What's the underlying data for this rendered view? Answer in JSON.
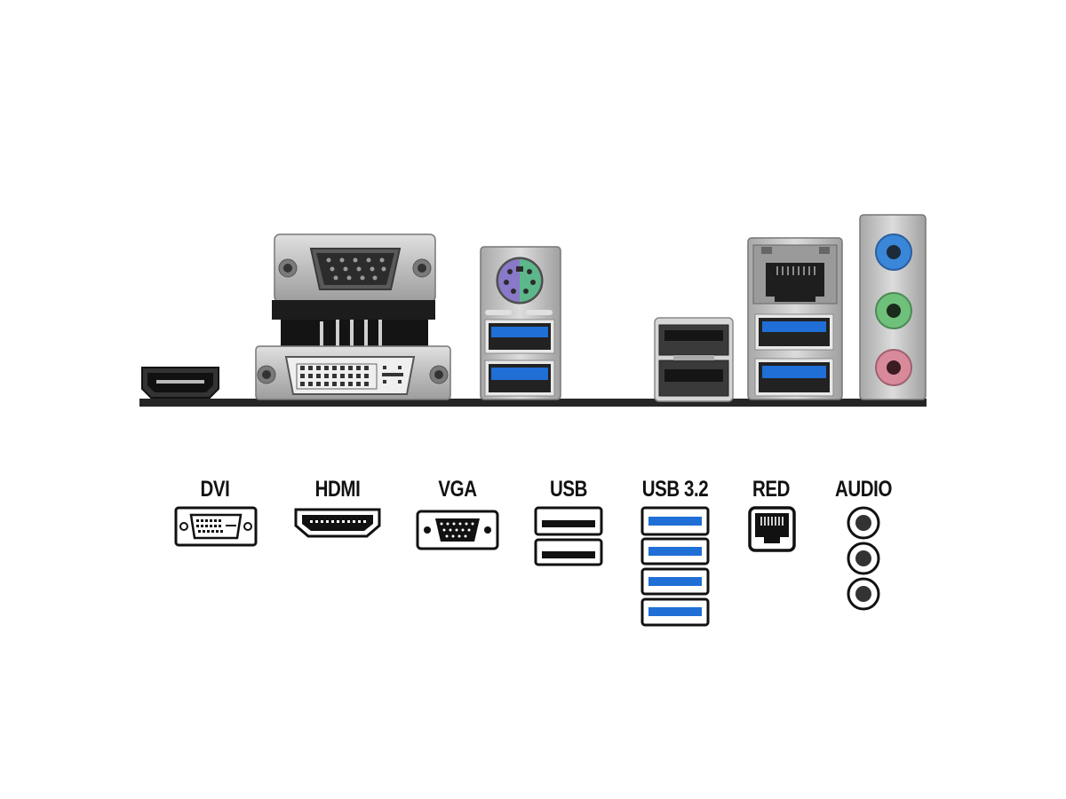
{
  "legend": [
    {
      "key": "dvi",
      "label": "DVI",
      "icon": "dvi-port-icon"
    },
    {
      "key": "hdmi",
      "label": "HDMI",
      "icon": "hdmi-port-icon"
    },
    {
      "key": "vga",
      "label": "VGA",
      "icon": "vga-port-icon"
    },
    {
      "key": "usb",
      "label": "USB",
      "icon": "usb-port-icon",
      "count": 2
    },
    {
      "key": "usb32",
      "label": "USB 3.2",
      "icon": "usb-3-2-port-icon",
      "count": 4
    },
    {
      "key": "red",
      "label": "RED",
      "icon": "ethernet-port-icon"
    },
    {
      "key": "audio",
      "label": "AUDIO",
      "icon": "audio-jack-icon",
      "count": 3
    }
  ],
  "colors": {
    "usb3_blue": "#1f6fd6",
    "audio_blue": "#3a86d8",
    "audio_green": "#6fc07a",
    "audio_pink": "#d98a9a",
    "ps2_purple": "#8a78c8",
    "ps2_green": "#5cb88a",
    "metal": "#c9c9c9",
    "pcb": "#2a2a2a"
  }
}
